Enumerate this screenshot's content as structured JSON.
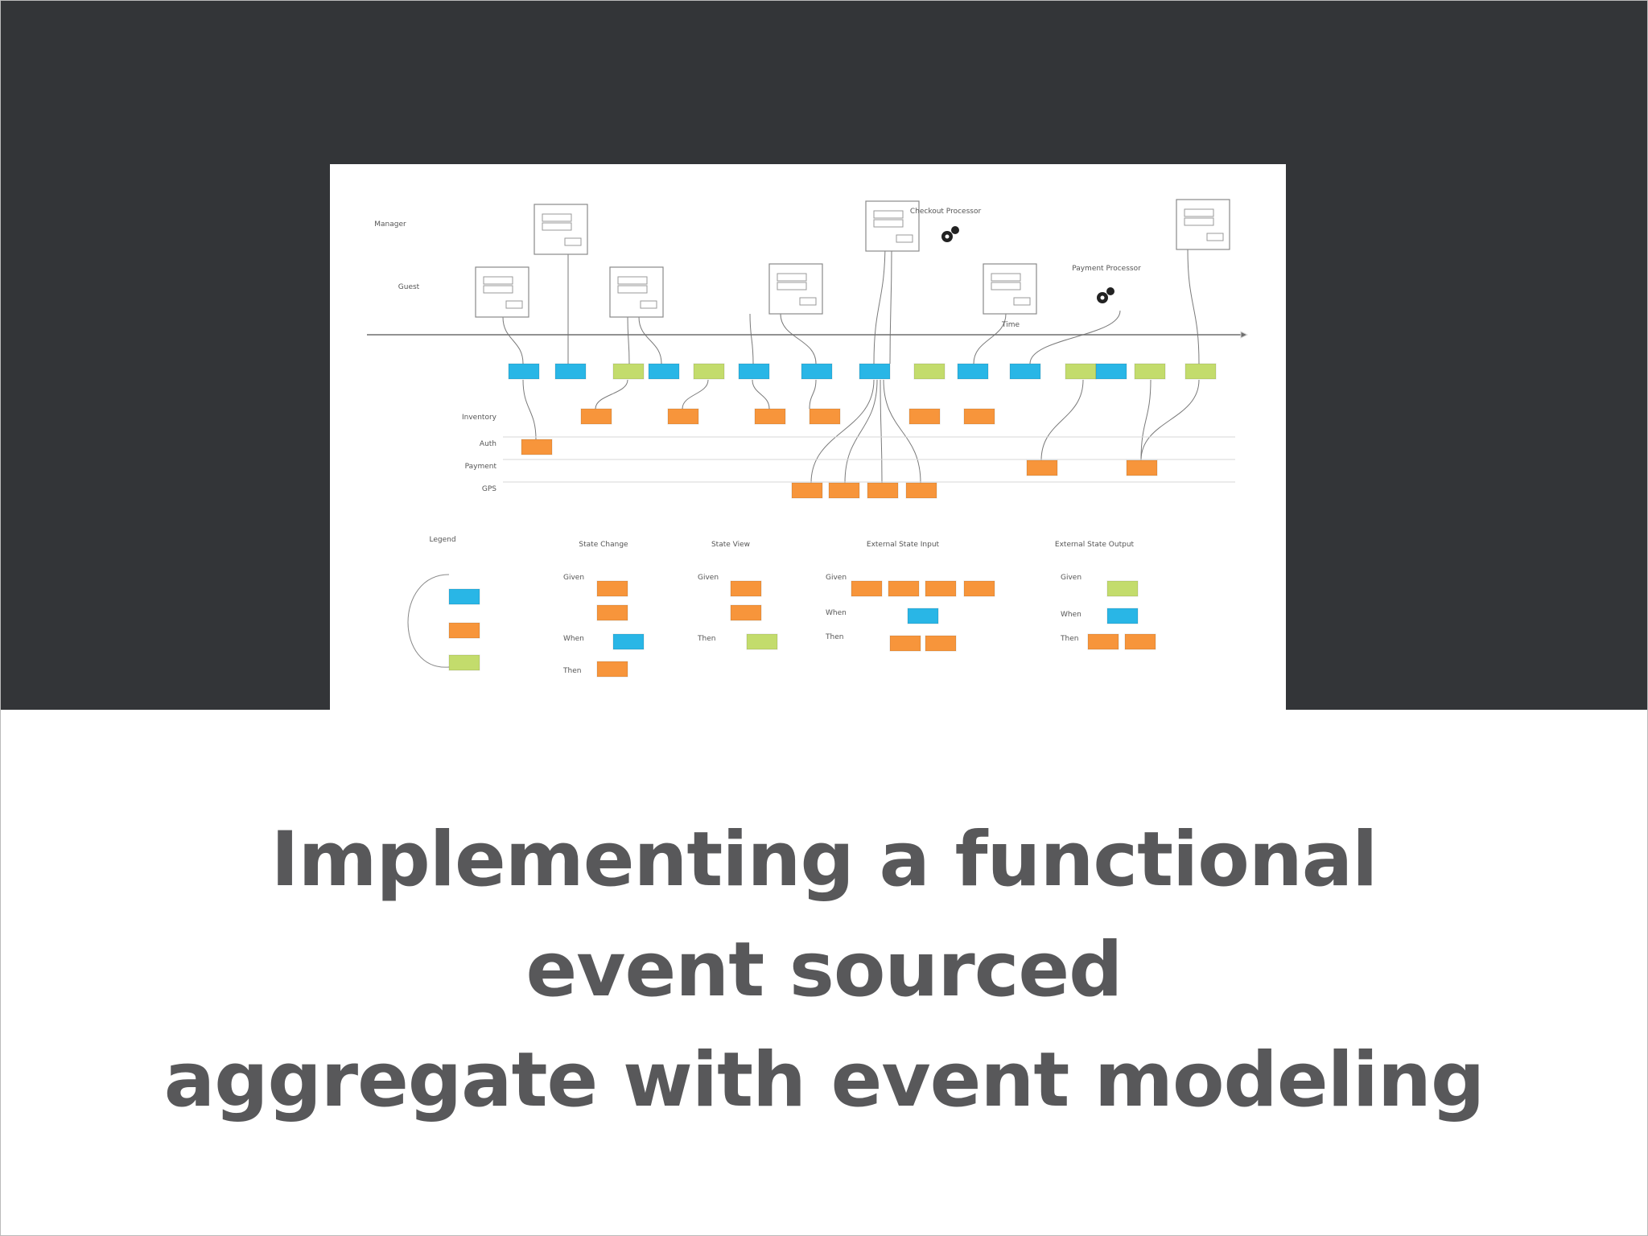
{
  "slide": {
    "title_lines": [
      "Implementing a functional",
      "event sourced",
      "aggregate with event modeling"
    ]
  },
  "diagram": {
    "lanes_top": [
      "Manager",
      "Guest"
    ],
    "time_label": "Time",
    "processors": [
      "Checkout Processor",
      "Payment Processor"
    ],
    "lanes_bottom": [
      "Inventory",
      "Auth",
      "Payment",
      "GPS"
    ],
    "legend_title": "Legend",
    "legend_sections": [
      "State Change",
      "State View",
      "External State Input",
      "External State Output"
    ],
    "legend_keywords": [
      "Given",
      "When",
      "Then"
    ],
    "colors": {
      "command": "#29b6e6",
      "event": "#f7953b",
      "view": "#c3dc6c",
      "background_dark": "#333538",
      "title_text": "#58585a"
    }
  }
}
